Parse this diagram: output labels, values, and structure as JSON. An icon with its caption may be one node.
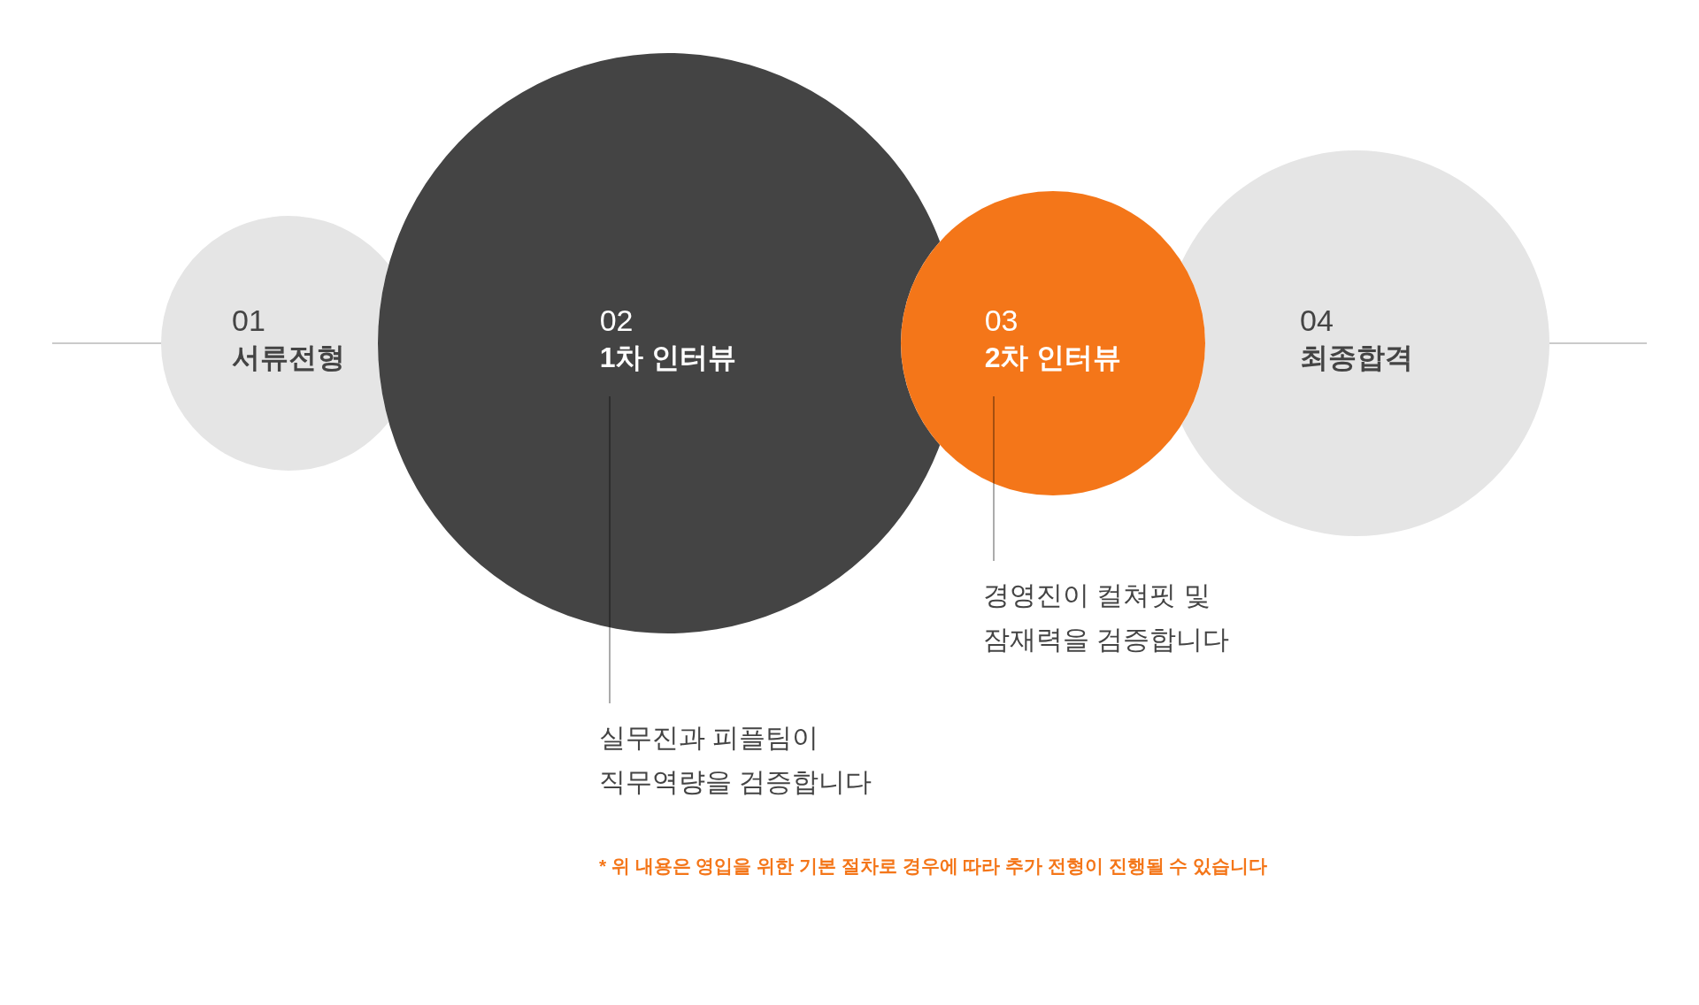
{
  "diagram": {
    "nodes": [
      {
        "text": [
          "01",
          "서류전형"
        ]
      },
      {
        "text": [
          "02",
          "1차 인터뷰"
        ]
      },
      {
        "text": [
          "03",
          "2차 인터뷰"
        ]
      },
      {
        "text": [
          "04",
          "최종합격"
        ]
      },
      {
        "text": [
          "실무진과 피플팀이 직무역량을 검증합니다"
        ]
      },
      {
        "text": [
          "경영진이 컬쳐핏 및 잠재력을 검증합니다"
        ]
      }
    ],
    "edges": [
      {
        "from": 4,
        "to": 1,
        "arrow": "none"
      },
      {
        "from": 5,
        "to": 2,
        "arrow": "none"
      }
    ],
    "labels": [
      "* 위 내용은 영입을 위한 기본 절차로 경우에 따라 추가 전형이 진행될 수 있습니다"
    ]
  }
}
